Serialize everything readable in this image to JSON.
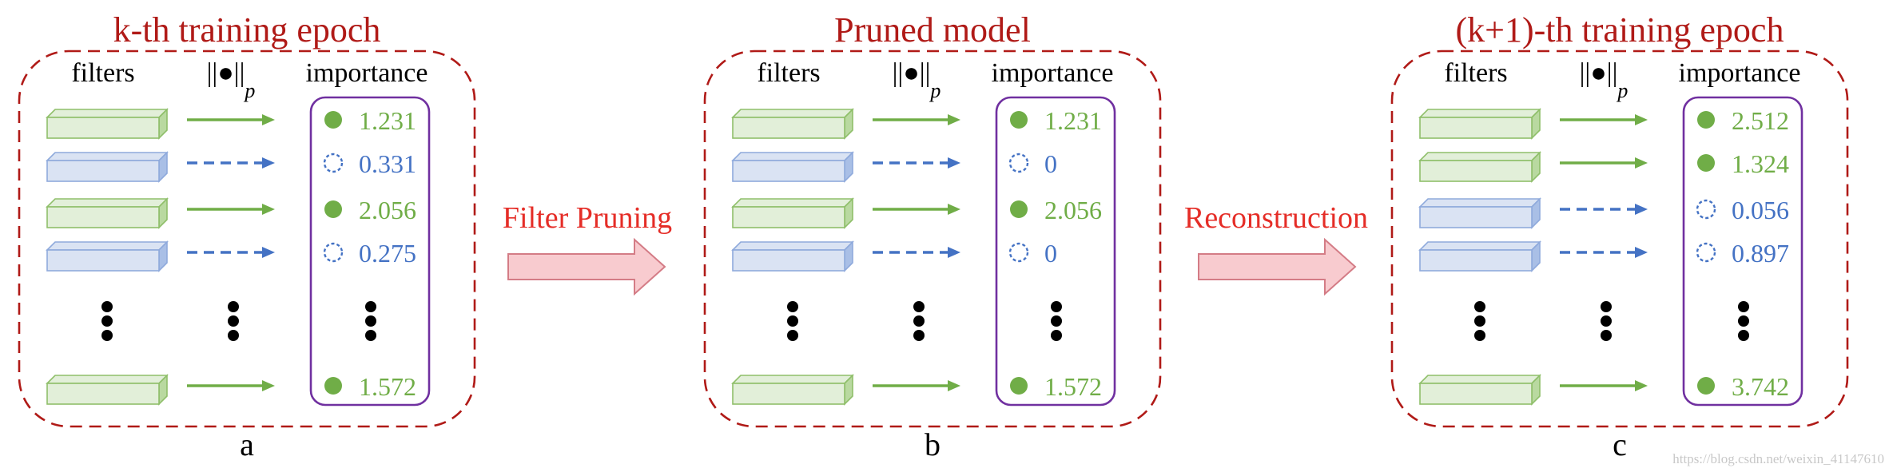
{
  "colors": {
    "title_red": "#b01a17",
    "label_red": "#e52d27",
    "green": "#70ad47",
    "blue": "#4472c4",
    "purple": "#7030a0",
    "filter_green_fill": "#e2efd9",
    "filter_green_stroke": "#8fbf6a",
    "filter_blue_fill": "#dae3f3",
    "filter_blue_stroke": "#8faadc",
    "arrow_fill": "#f8cbcf",
    "arrow_stroke": "#d47c86"
  },
  "col_headers": {
    "filters": "filters",
    "norm": "||●||",
    "norm_sub": "p",
    "importance": "importance"
  },
  "panels": [
    {
      "title": "k-th training epoch",
      "sublabel": "a",
      "rows": [
        {
          "kind": "kept",
          "value": "1.231"
        },
        {
          "kind": "pruned",
          "value": "0.331"
        },
        {
          "kind": "kept",
          "value": "2.056"
        },
        {
          "kind": "pruned",
          "value": "0.275"
        },
        {
          "kind": "kept",
          "value": "1.572"
        }
      ]
    },
    {
      "title": "Pruned model",
      "sublabel": "b",
      "rows": [
        {
          "kind": "kept",
          "value": "1.231"
        },
        {
          "kind": "pruned",
          "value": "0"
        },
        {
          "kind": "kept",
          "value": "2.056"
        },
        {
          "kind": "pruned",
          "value": "0"
        },
        {
          "kind": "kept",
          "value": "1.572"
        }
      ]
    },
    {
      "title": "(k+1)-th training epoch",
      "sublabel": "c",
      "rows": [
        {
          "kind": "kept",
          "value": "2.512"
        },
        {
          "kind": "kept",
          "value": "1.324"
        },
        {
          "kind": "pruned",
          "value": "0.056"
        },
        {
          "kind": "pruned",
          "value": "0.897"
        },
        {
          "kind": "kept",
          "value": "3.742"
        }
      ]
    }
  ],
  "transitions": [
    {
      "label": "Filter Pruning"
    },
    {
      "label": "Reconstruction"
    }
  ],
  "watermark": "https://blog.csdn.net/weixin_41147610"
}
